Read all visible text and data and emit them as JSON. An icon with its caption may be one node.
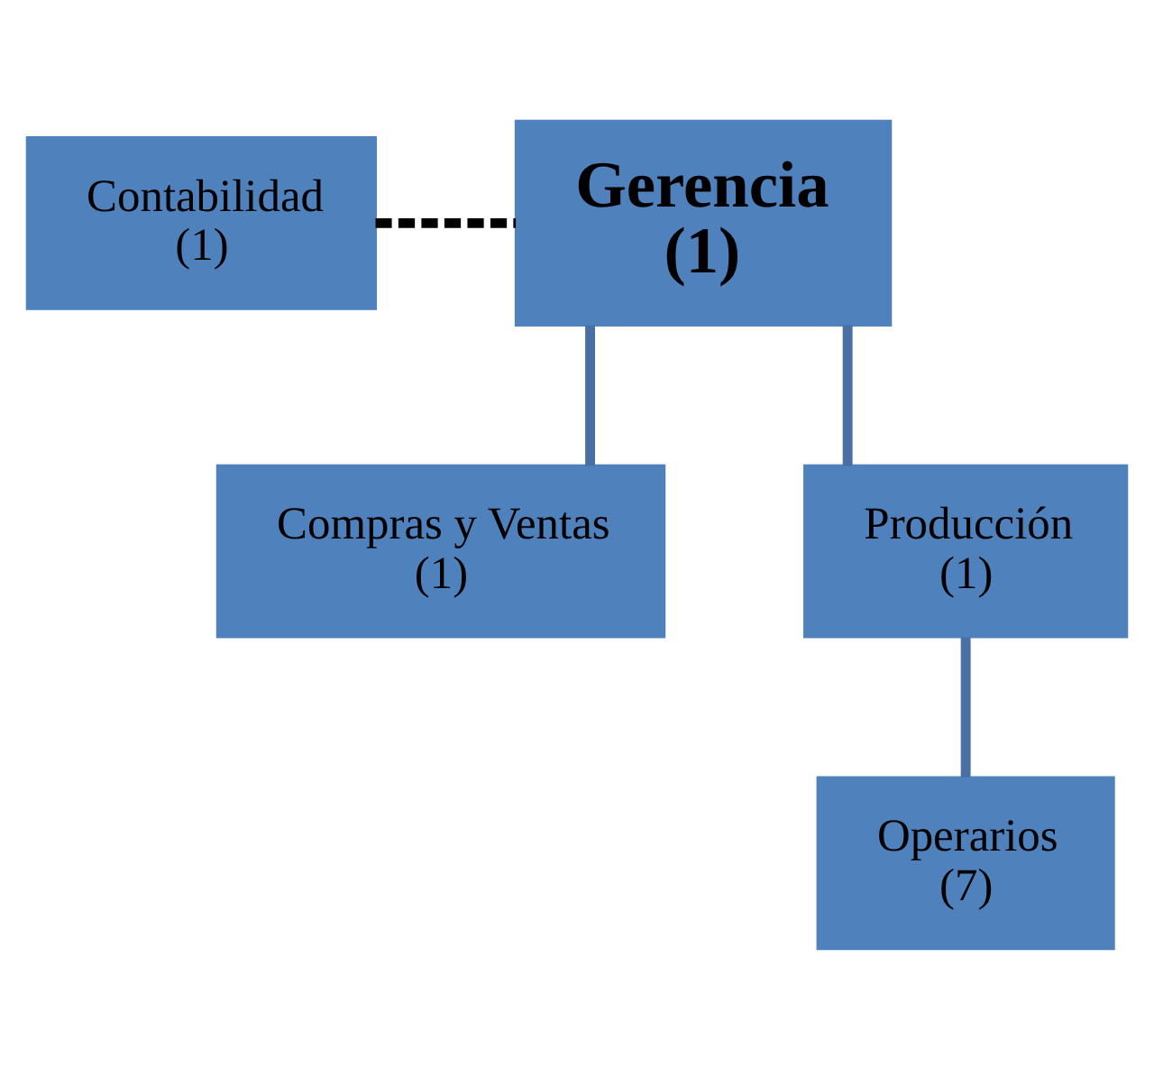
{
  "diagram": {
    "nodes": [
      {
        "text": [
          "Gerencia",
          "(1)"
        ]
      },
      {
        "text": [
          "Contabilidad",
          "(1)"
        ]
      },
      {
        "text": [
          "Compras y Ventas",
          "(1)"
        ]
      },
      {
        "text": [
          "Producción",
          "(1)"
        ]
      },
      {
        "text": [
          "Operarios",
          "(7)"
        ]
      }
    ],
    "edges": [
      {
        "from": 1,
        "to": 0,
        "arrow": "none",
        "style": "dashed",
        "color": "#000000"
      },
      {
        "from": 0,
        "to": 2,
        "arrow": "none"
      },
      {
        "from": 0,
        "to": 3,
        "arrow": "none"
      },
      {
        "from": 3,
        "to": 4,
        "arrow": "none"
      }
    ]
  }
}
